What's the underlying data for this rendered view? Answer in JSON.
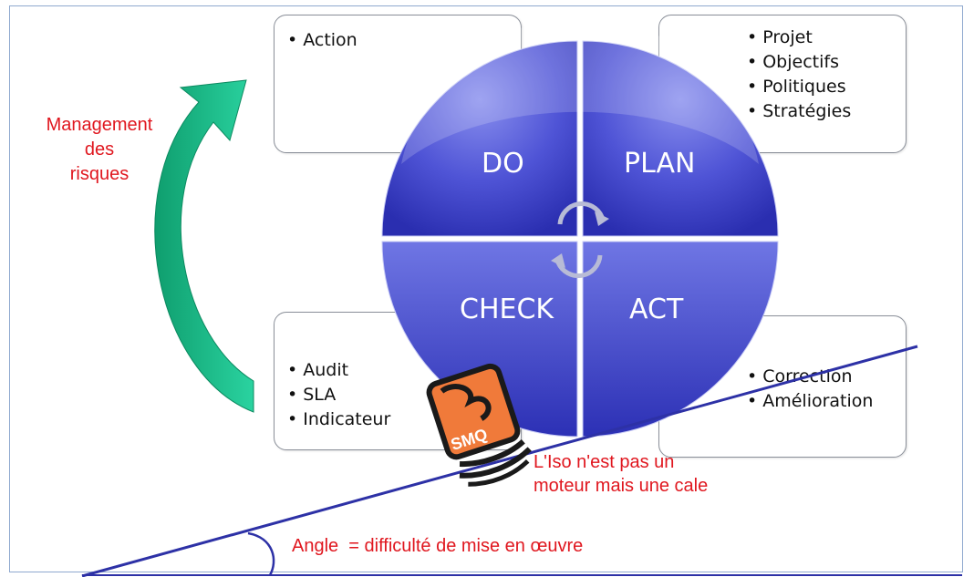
{
  "quadrants": {
    "do": "DO",
    "plan": "PLAN",
    "check": "CHECK",
    "act": "ACT"
  },
  "boxes": {
    "do_items": [
      "Action"
    ],
    "plan_items": [
      "Projet",
      "Objectifs",
      "Politiques",
      "Stratégies"
    ],
    "check_items": [
      "Audit",
      "SLA",
      "Indicateur"
    ],
    "act_items": [
      "Correction",
      "Amélioration"
    ]
  },
  "labels": {
    "risk_management": [
      "Management",
      "des",
      "risques"
    ],
    "iso_note_line1": "L'Iso n'est pas un",
    "iso_note_line2": "moteur mais une cale",
    "angle_note": "Angle  = difficulté de mise en œuvre",
    "wedge_label": "SMQ"
  },
  "colors": {
    "quadrant_blue": "#3d41c9",
    "quadrant_light": "#7f86ea",
    "arrow_green": "#17b585",
    "annotation_red": "#e0171f",
    "slope_line": "#2d31a6"
  }
}
